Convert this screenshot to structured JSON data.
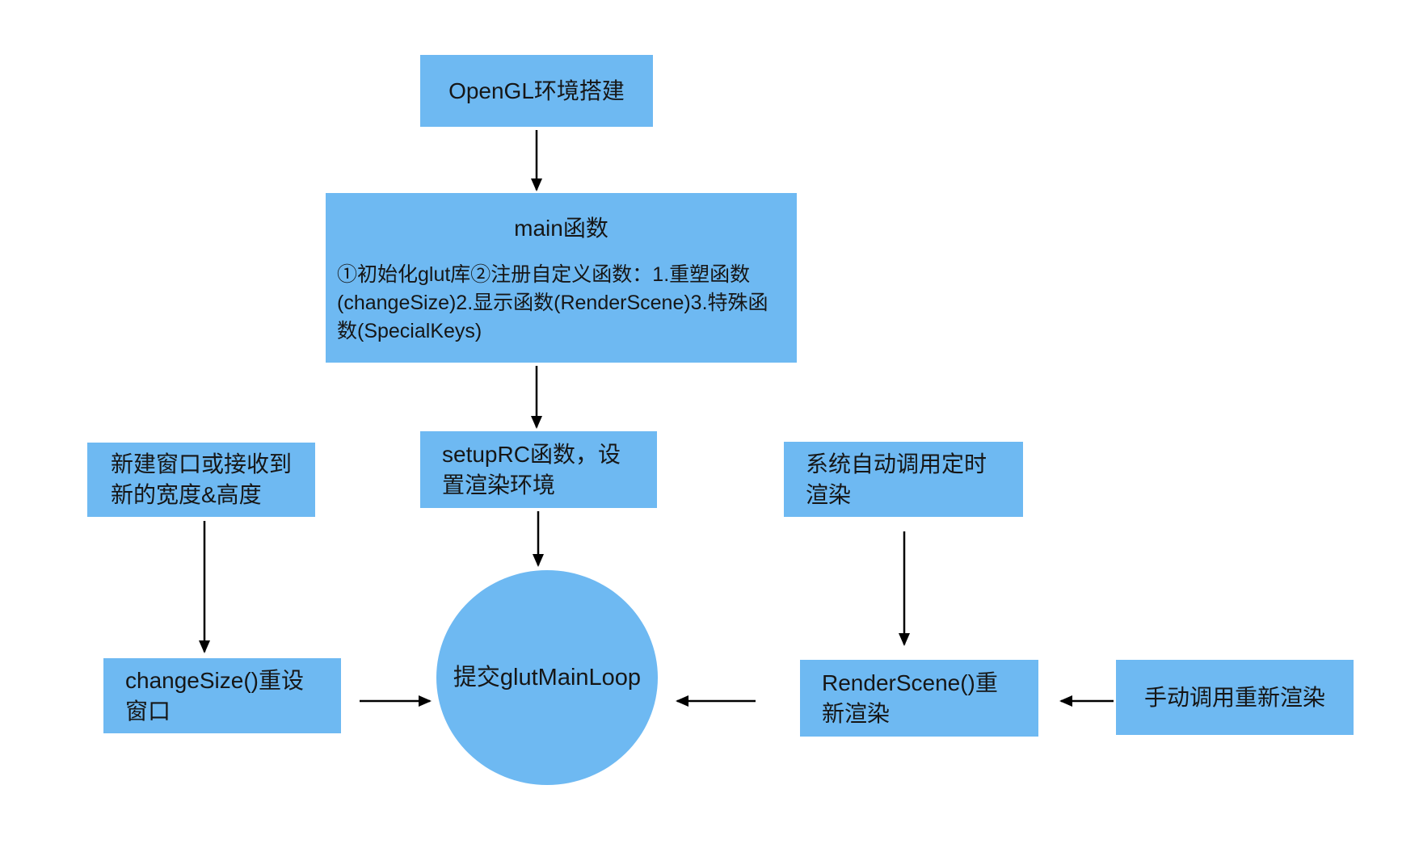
{
  "diagram": {
    "colors": {
      "node_fill": "#6eb9f2",
      "text": "#161616",
      "arrow": "#000000",
      "background": "#ffffff"
    },
    "nodes": {
      "opengl_setup": {
        "label": "OpenGL环境搭建"
      },
      "main_fn": {
        "title": "main函数",
        "body": "①初始化glut库②注册自定义函数：1.重塑函数\n(changeSize)2.显示函数(RenderScene)3.特殊函\n数(SpecialKeys)"
      },
      "setup_rc": {
        "label": "setupRC函数，设\n置渲染环境"
      },
      "new_window": {
        "label": "新建窗口或接收到\n新的宽度&高度"
      },
      "timer_render": {
        "label": "系统自动调用定时\n渲染"
      },
      "change_size": {
        "label": "changeSize()重设\n窗口"
      },
      "glut_main_loop": {
        "label": "提交glutMainLoop"
      },
      "render_scene": {
        "label": "RenderScene()重\n新渲染"
      },
      "manual_render": {
        "label": "手动调用重新渲染"
      }
    },
    "edges": [
      {
        "from": "opengl_setup",
        "to": "main_fn"
      },
      {
        "from": "main_fn",
        "to": "setup_rc"
      },
      {
        "from": "setup_rc",
        "to": "glut_main_loop"
      },
      {
        "from": "new_window",
        "to": "change_size"
      },
      {
        "from": "timer_render",
        "to": "render_scene"
      },
      {
        "from": "change_size",
        "to": "glut_main_loop"
      },
      {
        "from": "render_scene",
        "to": "glut_main_loop"
      },
      {
        "from": "manual_render",
        "to": "render_scene"
      }
    ]
  }
}
